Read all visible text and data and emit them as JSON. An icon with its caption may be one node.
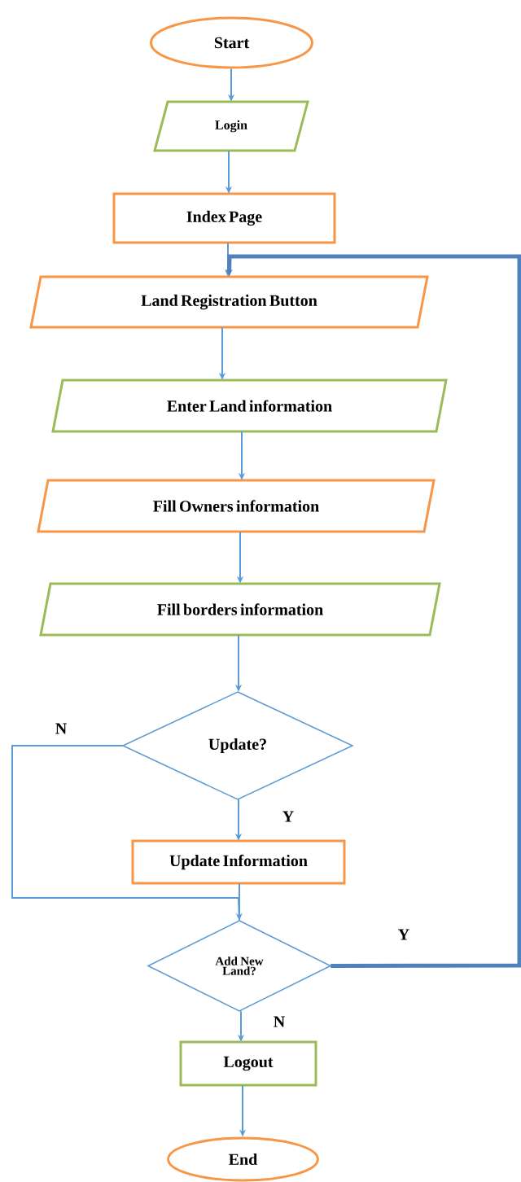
{
  "diagram": {
    "nodes": [
      {
        "text": [
          "Start"
        ]
      },
      {
        "text": [
          "Login"
        ]
      },
      {
        "text": [
          "Index Page"
        ]
      },
      {
        "text": [
          "Land Registration Button"
        ]
      },
      {
        "text": [
          "Enter Land information"
        ]
      },
      {
        "text": [
          "Fill Owners information"
        ]
      },
      {
        "text": [
          "Fill borders information"
        ]
      },
      {
        "text": [
          "Update?"
        ]
      },
      {
        "text": [
          "Update Information"
        ]
      },
      {
        "text": [
          "Add New Land?"
        ]
      },
      {
        "text": [
          "Logout"
        ]
      },
      {
        "text": [
          "End"
        ]
      }
    ],
    "edges": [
      {
        "from": 0,
        "to": 1,
        "arrow": "to"
      },
      {
        "from": 1,
        "to": 2,
        "arrow": "to"
      },
      {
        "from": 2,
        "to": 3,
        "arrow": "to"
      },
      {
        "from": 3,
        "to": 4,
        "arrow": "to"
      },
      {
        "from": 4,
        "to": 5,
        "arrow": "to"
      },
      {
        "from": 5,
        "to": 6,
        "arrow": "to"
      },
      {
        "from": 6,
        "to": 7,
        "arrow": "to"
      },
      {
        "from": 7,
        "to": 8,
        "arrow": "to",
        "label": "Y"
      },
      {
        "from": 7,
        "to": 9,
        "arrow": "to",
        "label": "N"
      },
      {
        "from": 8,
        "to": 9,
        "arrow": "none"
      },
      {
        "from": 9,
        "to": 10,
        "arrow": "to",
        "label": "N"
      },
      {
        "from": 9,
        "to": 3,
        "arrow": "to",
        "label": "Y",
        "style": "thick",
        "color": "#4f81bd"
      },
      {
        "from": 10,
        "to": 11,
        "arrow": "to"
      }
    ]
  }
}
